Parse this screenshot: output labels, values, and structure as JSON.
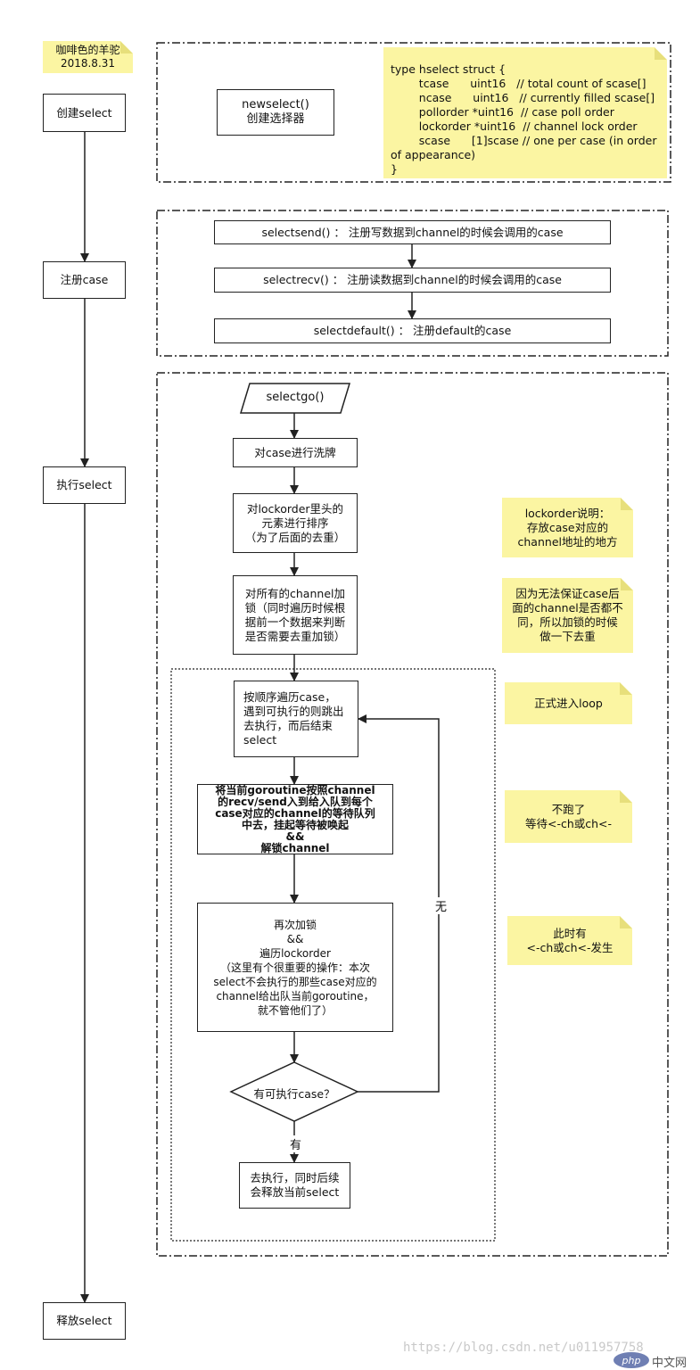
{
  "author_note": {
    "line1": "咖啡色的羊驼",
    "line2": "2018.8.31"
  },
  "left_column": {
    "create": "创建select",
    "register": "注册case",
    "execute": "执行select",
    "release": "释放select"
  },
  "section1": {
    "newselect_line1": "newselect()",
    "newselect_line2": "创建选择器",
    "struct_lines": [
      "type hselect struct {",
      "        tcase      uint16   // total count of scase[]",
      "        ncase      uint16   // currently filled scase[]",
      "        pollorder *uint16  // case poll order",
      "        lockorder *uint16  // channel lock order",
      "        scase      [1]scase // one per case (in order",
      "of appearance)",
      "}"
    ]
  },
  "section2": {
    "selectsend": "selectsend() ： 注册写数据到channel的时候会调用的case",
    "selectrecv": "selectrecv() ： 注册读数据到channel的时候会调用的case",
    "selectdefault": "selectdefault() ： 注册default的case"
  },
  "section3": {
    "selectgo": "selectgo()",
    "shuffle": "对case进行洗牌",
    "sort_lines": [
      "对lockorder里头的",
      "元素进行排序",
      "（为了后面的去重）"
    ],
    "lock_lines": [
      "对所有的channel加",
      "锁（同时遍历时候根",
      "据前一个数据来判断",
      "是否需要去重加锁）"
    ],
    "loop_lines": [
      "按顺序遍历case，",
      "遇到可执行的则跳出",
      "去执行，而后结束",
      "select"
    ],
    "enqueue_lines": [
      "将当前goroutine按照channel",
      "的recv/send入到给入队到每个",
      "case对应的channel的等待队列",
      "中去，挂起等待被唤起",
      "&&",
      "解锁channel"
    ],
    "relock_lines": [
      "再次加锁",
      "&&",
      "遍历lockorder",
      "（这里有个很重要的操作：本次",
      "select不会执行的那些case对应的",
      "channel给出队当前goroutine，",
      "就不管他们了）"
    ],
    "decision": "有可执行case？",
    "no_label": "无",
    "yes_label": "有",
    "final_lines": [
      "去执行，同时后续",
      "会释放当前select"
    ]
  },
  "notes": {
    "lockorder_lines": [
      "lockorder说明：",
      "存放case对应的",
      "channel地址的地方"
    ],
    "dedupe_lines": [
      "因为无法保证case后",
      "面的channel是否都不",
      "同，所以加锁的时候",
      "做一下去重"
    ],
    "loop": "正式进入loop",
    "block_lines": [
      "不跑了",
      "等待<-ch或ch<-"
    ],
    "wake_lines": [
      "此时有",
      "<-ch或ch<-发生"
    ]
  },
  "watermark": {
    "url": "https://blog.csdn.net/u011957758",
    "php": "php",
    "site": "中文网"
  }
}
